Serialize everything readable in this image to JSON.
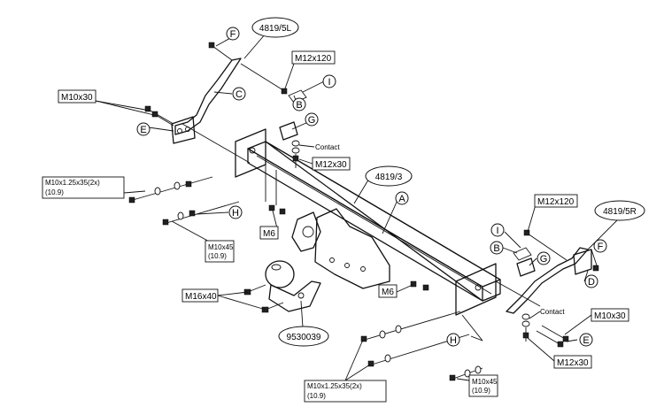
{
  "refs": {
    "left_bracket": "4819/5L",
    "crossbar": "4819/3",
    "right_bracket": "4819/5R",
    "tow_ball": "9530039"
  },
  "callouts": {
    "A": "A",
    "B": "B",
    "C": "C",
    "D": "D",
    "E": "E",
    "F": "F",
    "G": "G",
    "H": "H",
    "I": "I"
  },
  "labels": {
    "m10x30_left": "M10x30",
    "m12x120_left": "M12x120",
    "m12x30_left": "M12x30",
    "m10_35_left": "M10x1.25x35(2x)",
    "m10_35_left_grade": "(10.9)",
    "m10x45_left": "M10x45",
    "m10x45_left_grade": "(10.9)",
    "m6_left": "M6",
    "m6_right": "M6",
    "m16x40": "M16x40",
    "contact_left": "Contact",
    "m12x120_right": "M12x120",
    "contact_right": "Contact",
    "m10x30_right": "M10x30",
    "m12x30_right": "M12x30",
    "m10_35_right": "M10x1.25x35(2x)",
    "m10_35_right_grade": "(10.9)",
    "m10x45_right": "M10x45",
    "m10x45_right_grade": "(10.9)"
  }
}
